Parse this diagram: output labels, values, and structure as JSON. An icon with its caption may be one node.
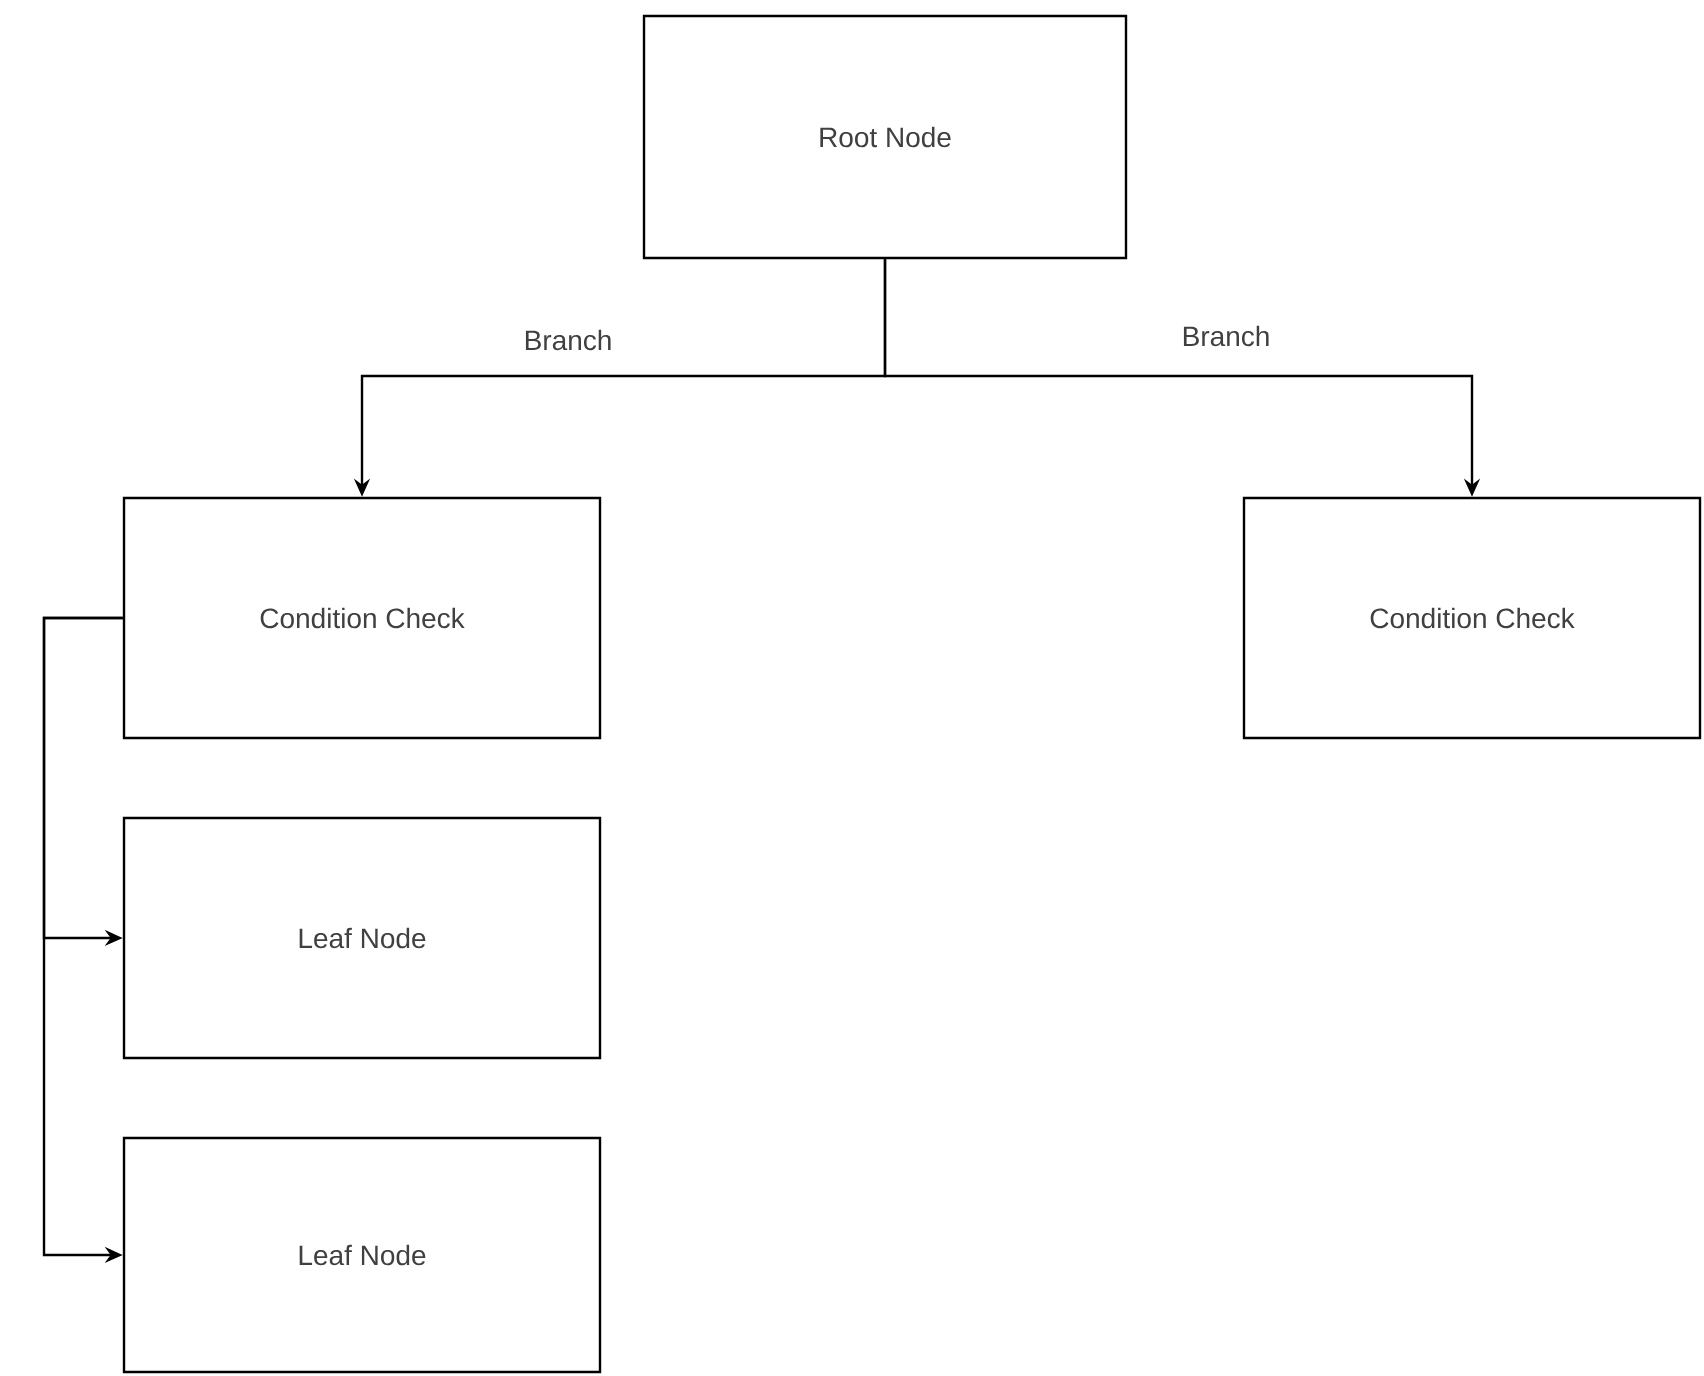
{
  "diagram": {
    "nodes": [
      {
        "text": [
          "Root Node"
        ]
      },
      {
        "text": [
          "Condition Check"
        ]
      },
      {
        "text": [
          "Condition Check"
        ]
      },
      {
        "text": [
          "Leaf Node"
        ]
      },
      {
        "text": [
          "Leaf Node"
        ]
      }
    ],
    "edges": [
      {
        "from": 0,
        "to": 1,
        "arrow": "to",
        "label": "Branch"
      },
      {
        "from": 0,
        "to": 2,
        "arrow": "to",
        "label": "Branch"
      },
      {
        "from": 1,
        "to": 3,
        "arrow": "to"
      },
      {
        "from": 1,
        "to": 4,
        "arrow": "to"
      }
    ]
  }
}
